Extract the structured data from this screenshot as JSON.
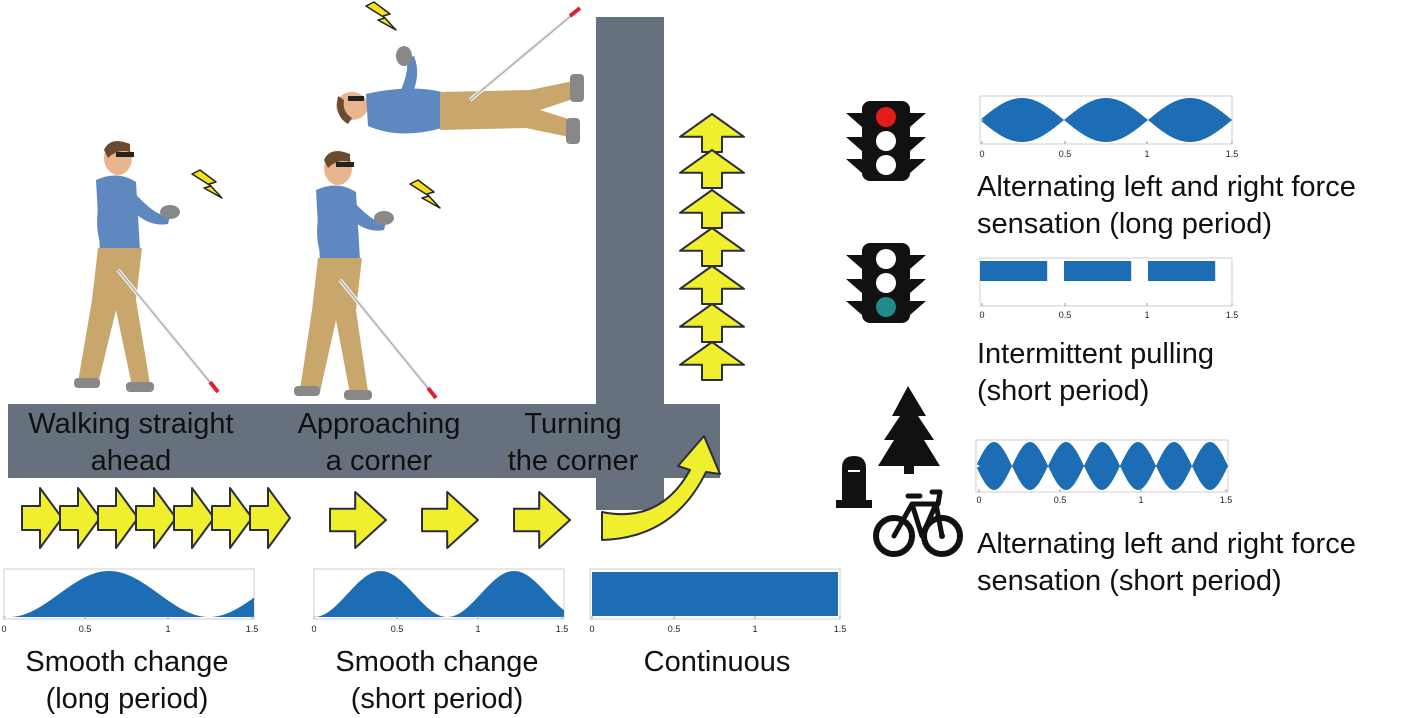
{
  "road_labels": {
    "walking": [
      "Walking straight",
      "ahead"
    ],
    "approaching": [
      "Approaching",
      "a corner"
    ],
    "turning": [
      "Turning",
      "the corner"
    ]
  },
  "bottom_captions": {
    "smooth_long": [
      "Smooth change",
      "(long period)"
    ],
    "smooth_short": [
      "Smooth change",
      "(short period)"
    ],
    "continuous": [
      "Continuous"
    ]
  },
  "right_captions": {
    "alt_long": [
      "Alternating left and right force",
      "sensation (long period)"
    ],
    "intermittent": [
      "Intermittent pulling",
      "(short period)"
    ],
    "alt_short": [
      "Alternating left and right force",
      "sensation (short period)"
    ]
  },
  "axis_ticks": [
    "0",
    "0.5",
    "1",
    "1.5"
  ],
  "colors": {
    "road": "#66717d",
    "road_edge": "#3f4650",
    "arrow_fill": "#f0ef2e",
    "arrow_stroke": "#2c2c3a",
    "wave": "#1d6db5",
    "red_light": "#e21b1b",
    "green_light": "#1e8c8a",
    "shirt": "#5f87c0",
    "pants": "#c9a66b",
    "skin": "#e8b58f"
  },
  "icons": [
    "lightning-icon",
    "traffic-light-red-icon",
    "traffic-light-green-icon",
    "tree-icon",
    "gravestone-icon",
    "bicycle-icon",
    "person-walking-icon",
    "person-falling-icon"
  ],
  "chart_data": [
    {
      "type": "area",
      "x": [
        0,
        0.5,
        1,
        1.5
      ],
      "pattern": "smooth change",
      "period_s": 1.2,
      "xlim": [
        0,
        1.5
      ]
    },
    {
      "type": "area",
      "x": [
        0,
        0.5,
        1,
        1.5
      ],
      "pattern": "smooth change",
      "period_s": 0.8,
      "xlim": [
        0,
        1.5
      ]
    },
    {
      "type": "area",
      "x": [
        0,
        0.5,
        1,
        1.5
      ],
      "pattern": "continuous",
      "xlim": [
        0,
        1.5
      ]
    },
    {
      "type": "area",
      "x": [
        0,
        0.5,
        1,
        1.5
      ],
      "pattern": "alternating",
      "lobes": 3,
      "xlim": [
        0,
        1.5
      ]
    },
    {
      "type": "area",
      "x": [
        0,
        0.5,
        1,
        1.5
      ],
      "pattern": "intermittent",
      "pulses": [
        [
          0,
          0.4
        ],
        [
          0.5,
          0.9
        ],
        [
          1.0,
          1.4
        ]
      ],
      "xlim": [
        0,
        1.5
      ]
    },
    {
      "type": "area",
      "x": [
        0,
        0.5,
        1,
        1.5
      ],
      "pattern": "alternating",
      "lobes": 7,
      "xlim": [
        0,
        1.5
      ]
    }
  ]
}
